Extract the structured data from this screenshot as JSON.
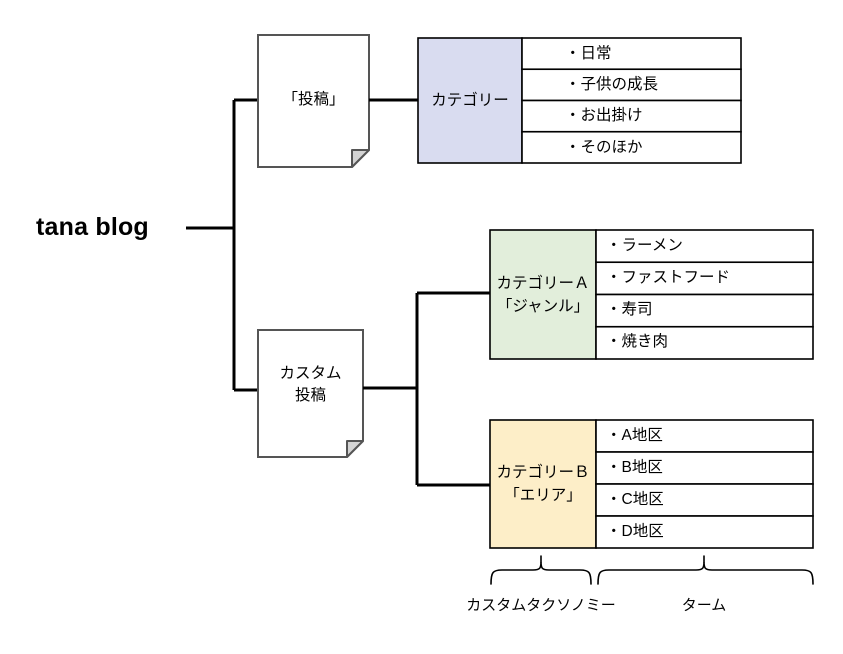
{
  "diagram": {
    "root": {
      "label": "tana blog"
    },
    "branches": [
      {
        "id": "post",
        "node": {
          "label": "「投稿」",
          "shape": "document"
        },
        "taxonomy": {
          "label": "カテゴリー",
          "color": "#d9dcf0"
        },
        "terms": [
          "・日常",
          "・子供の成長",
          "・お出掛け",
          "・そのほか"
        ]
      },
      {
        "id": "custom-post",
        "node": {
          "label": "カスタム\n投稿",
          "shape": "document"
        },
        "taxonomies": [
          {
            "id": "category-a",
            "label_line1": "カテゴリーＡ",
            "label_line2": "「ジャンル」",
            "color": "#e2eedb",
            "terms": [
              "・ラーメン",
              "・ファストフード",
              "・寿司",
              "・焼き肉"
            ]
          },
          {
            "id": "category-b",
            "label_line1": "カテゴリーＢ",
            "label_line2": "「エリア」",
            "color": "#fdeec8",
            "terms": [
              "・A地区",
              "・B地区",
              "・C地区",
              "・D地区"
            ]
          }
        ]
      }
    ],
    "annotations": {
      "custom_taxonomy": "カスタムタクソノミー",
      "term": "ターム"
    },
    "colors": {
      "stroke": "#000000",
      "box_stroke": "#404040",
      "table_stroke": "#000000",
      "fold_fill": "#d4d4d4",
      "background": "#ffffff"
    }
  }
}
